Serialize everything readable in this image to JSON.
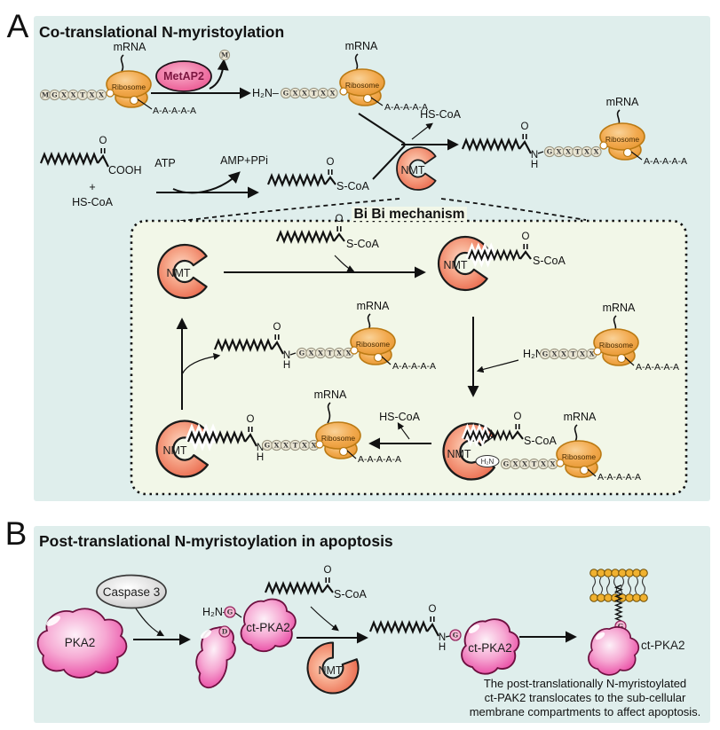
{
  "figure": {
    "panel_a": {
      "letter": "A",
      "title": "Co-translational N-myristoylation"
    },
    "bibi_box": {
      "title": "Bi Bi mechanism"
    },
    "panel_b": {
      "letter": "B",
      "title": "Post-translational N-myristoylation in apoptosis",
      "caption": [
        "The post-translationally N-myristoylated",
        "ct-PAK2 translocates to the sub-cellular",
        "membrane compartments to affect apoptosis."
      ]
    }
  },
  "labels": {
    "mrna": "mRNA",
    "ribosome": "Ribosome",
    "polya": "A-A-A-A-A",
    "metap2": "MetAP2",
    "nmt": "NMT",
    "h2n": "H₂N",
    "h2n_dash": "H₂N–",
    "hs_coa": "HS-CoA",
    "s_coa": "S-CoA",
    "cooh": "COOH",
    "atp": "ATP",
    "amp_ppi": "AMP+PPi",
    "plus": "+",
    "o": "O",
    "n": "N",
    "h": "H",
    "caspase3": "Caspase 3",
    "pka2": "PKA2",
    "ct_pka2": "ct-PKA2",
    "d": "D",
    "g": "G"
  },
  "residues": {
    "m": "M",
    "g": "G",
    "x": "X",
    "t": "T"
  },
  "colors": {
    "panel_bg": "#dfeeec",
    "bibi_bg": "#f2f7e8",
    "ribosome": "#f2a94e",
    "ribosome_edge": "#bb7a14",
    "nmt": "#e96347",
    "metap2": "#ea4f8d",
    "caspase": "#c7c7c7",
    "pka_pink": "#e52e96",
    "membrane_head": "#f0b12f",
    "residue_fill": "#eae6d4"
  }
}
